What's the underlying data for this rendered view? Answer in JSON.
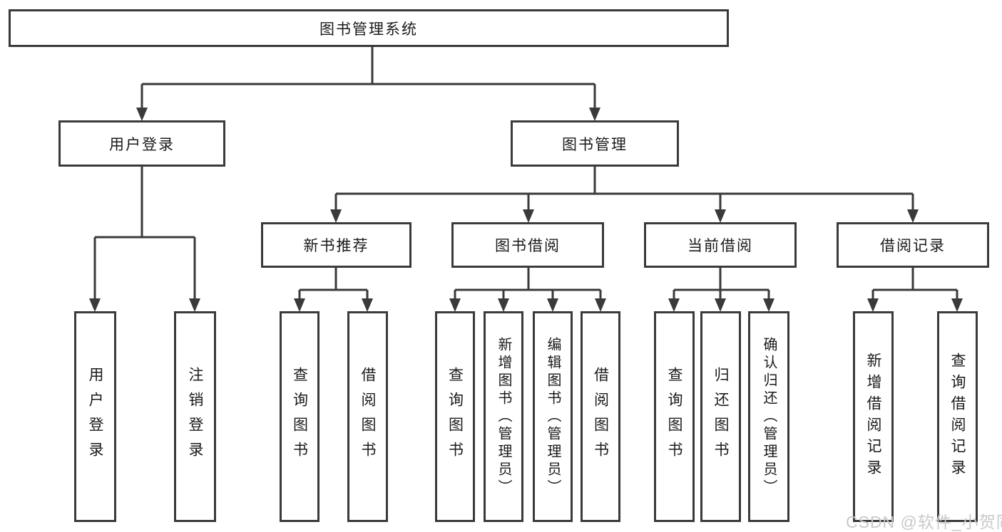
{
  "diagram": {
    "colors": {
      "line": "#3a3a3a",
      "box_border": "#3a3a3a",
      "text": "#1a1a1a",
      "watermark": "#c9c9c9",
      "background": "#ffffff"
    },
    "watermark": "CSDN @软件_小贺同学",
    "nodes": {
      "root": {
        "label": "图书管理系统"
      },
      "user_login": {
        "label": "用户登录"
      },
      "book_management": {
        "label": "图书管理"
      },
      "login": {
        "label": "用户登录"
      },
      "logout": {
        "label": "注销登录"
      },
      "new_book_recommend": {
        "label": "新书推荐"
      },
      "book_borrowing": {
        "label": "图书借阅"
      },
      "current_borrowing": {
        "label": "当前借阅"
      },
      "borrowing_records": {
        "label": "借阅记录"
      },
      "nb_query_books": {
        "label": "查询图书"
      },
      "nb_borrow_books": {
        "label": "借阅图书"
      },
      "bb_query_books": {
        "label": "查询图书"
      },
      "bb_add_books": {
        "label": "新增图书（管理员）"
      },
      "bb_edit_books": {
        "label": "编辑图书（管理员）"
      },
      "bb_borrow_books": {
        "label": "借阅图书"
      },
      "cb_query_books": {
        "label": "查询图书"
      },
      "cb_return_books": {
        "label": "归还图书"
      },
      "cb_confirm_return": {
        "label": "确认归还（管理员）"
      },
      "br_add_record": {
        "label": "新增借阅记录"
      },
      "br_query_record": {
        "label": "查询借阅记录"
      }
    }
  }
}
